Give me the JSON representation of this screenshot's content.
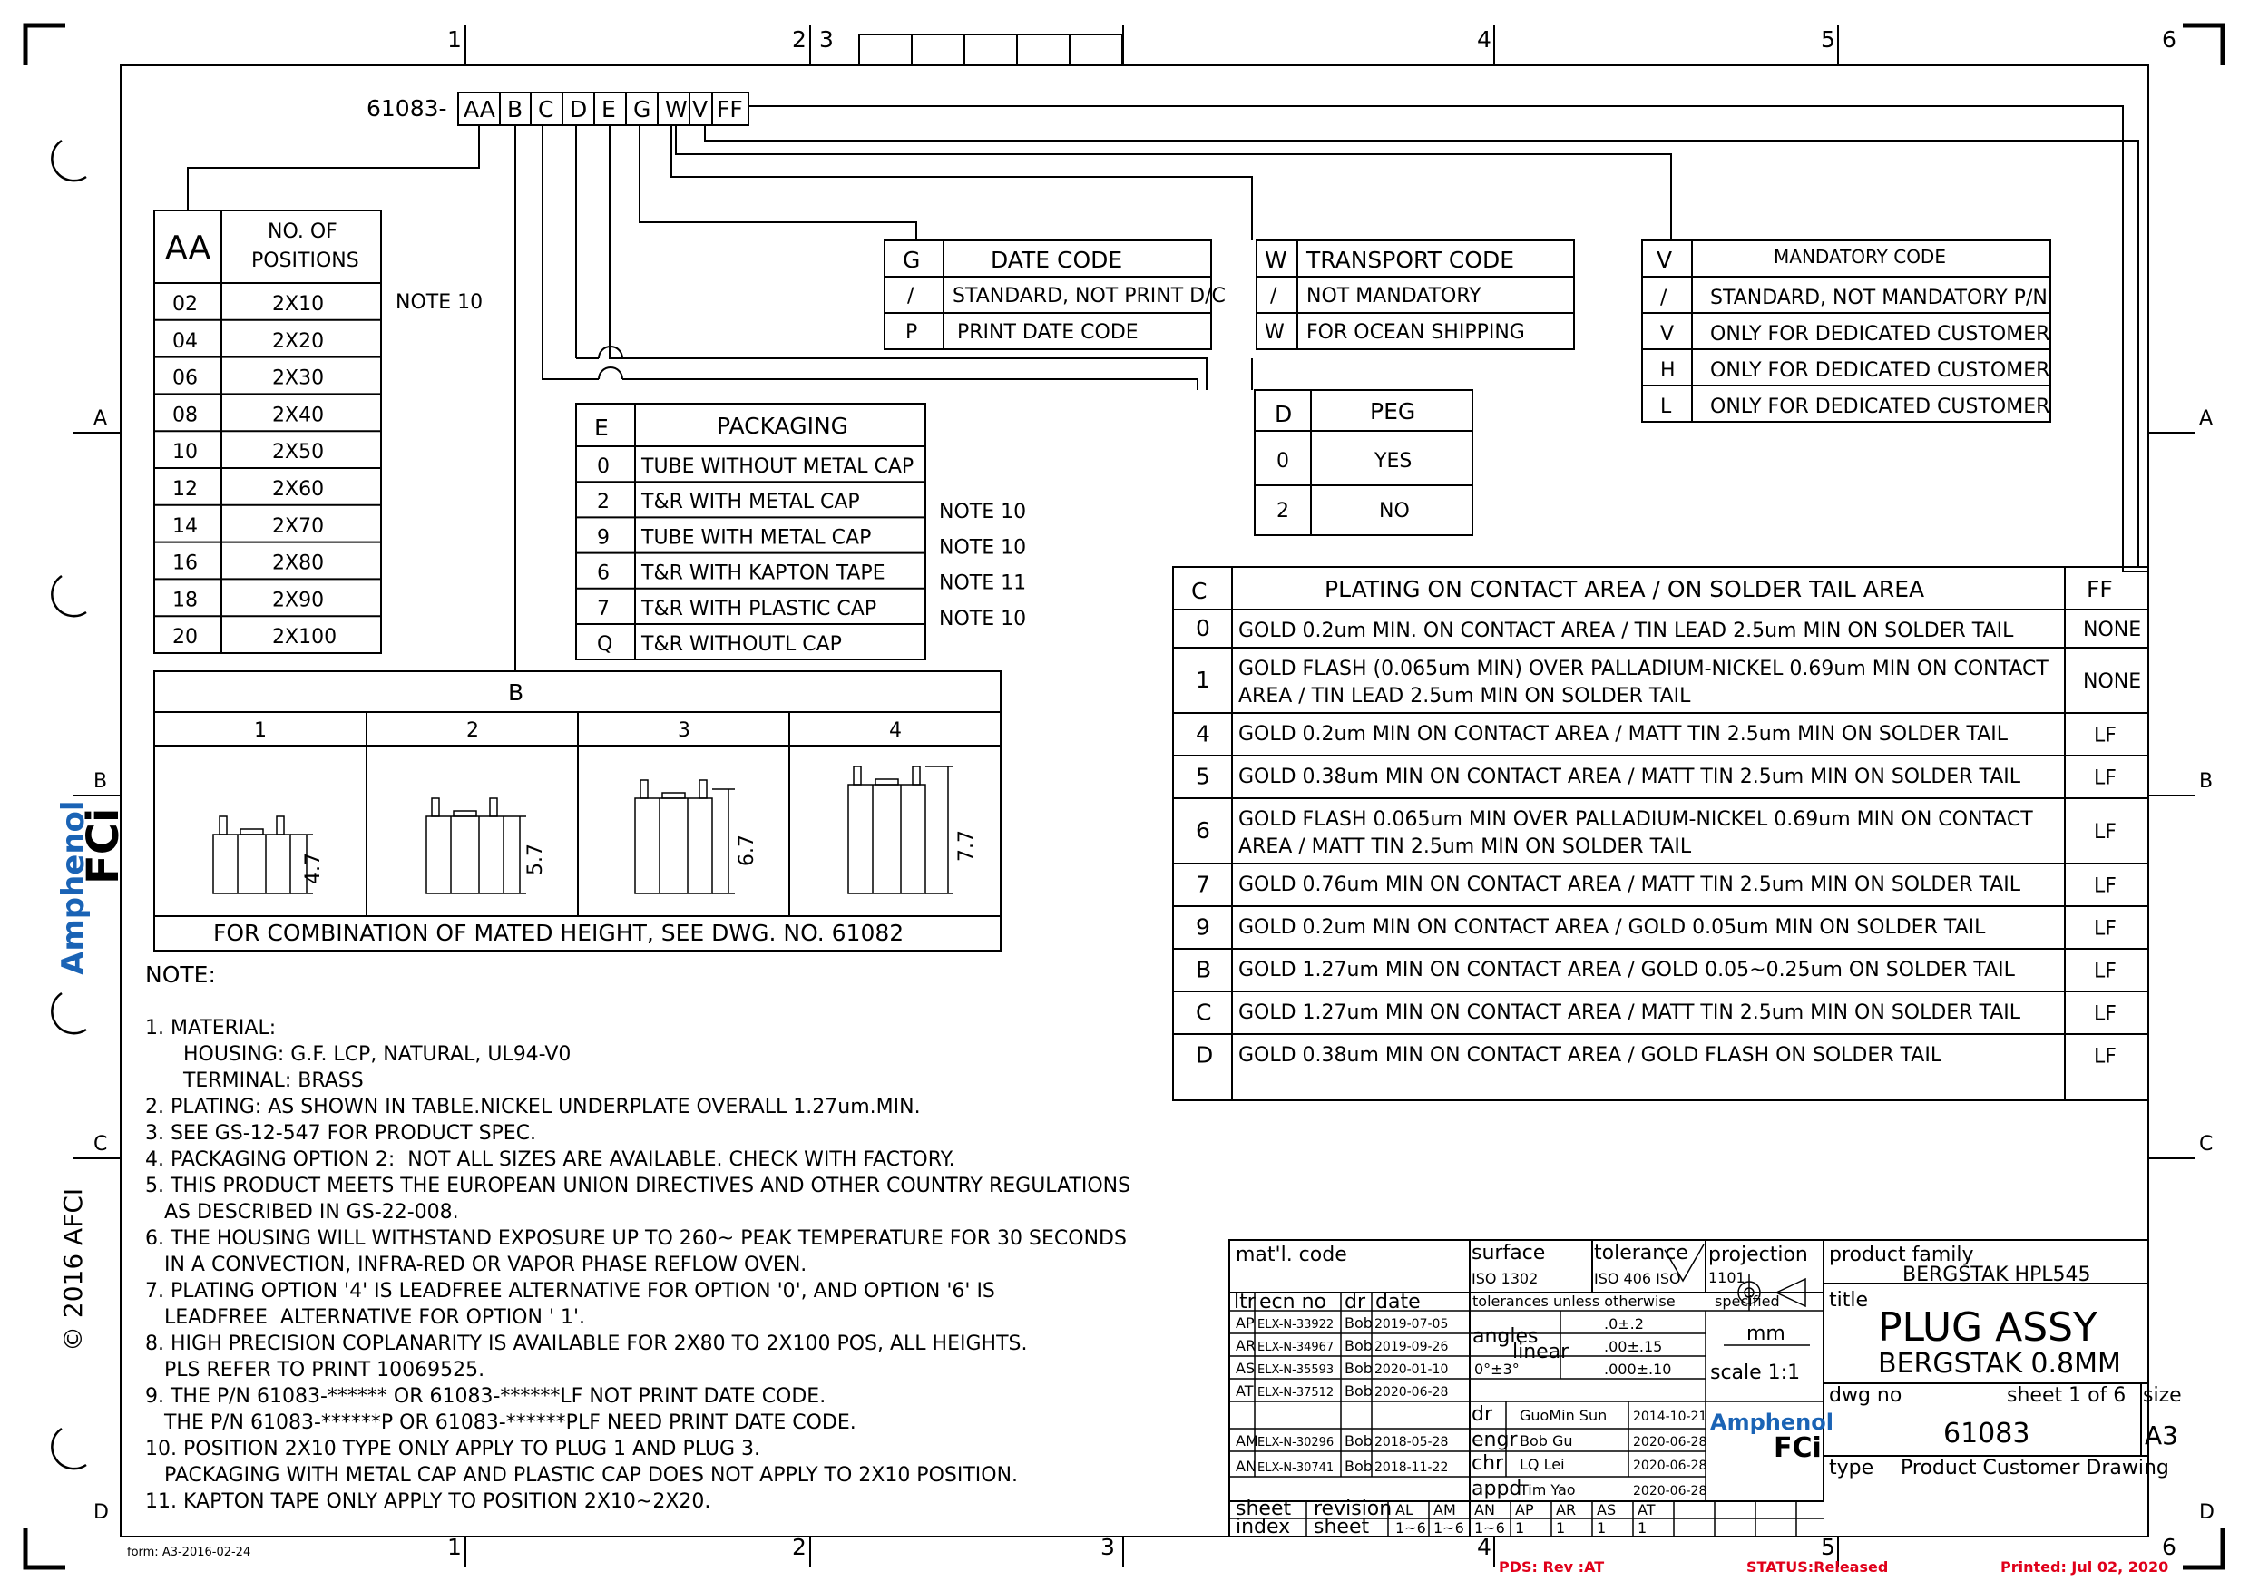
{
  "border": {
    "top_cols": [
      "1",
      "2",
      "3",
      "4",
      "5",
      "6"
    ],
    "bottom_cols": [
      "1",
      "2",
      "3",
      "4",
      "5",
      "6"
    ],
    "rows": [
      "A",
      "B",
      "C",
      "D"
    ]
  },
  "part": {
    "prefix": "61083-",
    "cells": [
      "AA",
      "B",
      "C",
      "D",
      "E",
      "G",
      "W",
      "V",
      "FF"
    ]
  },
  "tableAA": {
    "h1": "AA",
    "h2a": "NO. OF",
    "h2b": "POSITIONS",
    "rows": [
      [
        "02",
        "2X10"
      ],
      [
        "04",
        "2X20"
      ],
      [
        "06",
        "2X30"
      ],
      [
        "08",
        "2X40"
      ],
      [
        "10",
        "2X50"
      ],
      [
        "12",
        "2X60"
      ],
      [
        "14",
        "2X70"
      ],
      [
        "16",
        "2X80"
      ],
      [
        "18",
        "2X90"
      ],
      [
        "20",
        "2X100"
      ]
    ],
    "note": "NOTE 10"
  },
  "tableG": {
    "code": "G",
    "title": "DATE CODE",
    "rows": [
      [
        "/",
        "STANDARD, NOT PRINT D/C"
      ],
      [
        "P",
        "PRINT DATE CODE"
      ]
    ]
  },
  "tableW": {
    "code": "W",
    "title": "TRANSPORT CODE",
    "rows": [
      [
        "/",
        "NOT MANDATORY"
      ],
      [
        "W",
        "FOR OCEAN SHIPPING"
      ]
    ]
  },
  "tableV": {
    "code": "V",
    "title": "MANDATORY CODE",
    "rows": [
      [
        "/",
        "STANDARD, NOT MANDATORY P/N"
      ],
      [
        "V",
        "ONLY FOR DEDICATED CUSTOMER"
      ],
      [
        "H",
        "ONLY FOR DEDICATED CUSTOMER"
      ],
      [
        "L",
        "ONLY FOR DEDICATED CUSTOMER"
      ]
    ]
  },
  "tableD": {
    "code": "D",
    "title": "PEG",
    "rows": [
      [
        "0",
        "YES"
      ],
      [
        "2",
        "NO"
      ]
    ]
  },
  "tableE": {
    "code": "E",
    "title": "PACKAGING",
    "rows": [
      [
        "0",
        "TUBE WITHOUT METAL CAP",
        ""
      ],
      [
        "2",
        "T&R WITH METAL CAP",
        "NOTE 10"
      ],
      [
        "9",
        "TUBE WITH METAL CAP",
        "NOTE 10"
      ],
      [
        "6",
        "T&R WITH KAPTON TAPE",
        "NOTE 11"
      ],
      [
        "7",
        "T&R WITH PLASTIC CAP",
        "NOTE 10"
      ],
      [
        "Q",
        "T&R WITHOUTL CAP",
        ""
      ]
    ]
  },
  "tableC": {
    "code": "C",
    "title": "PLATING ON CONTACT AREA / ON SOLDER TAIL AREA",
    "ff": "FF",
    "rows": [
      [
        "0",
        "GOLD 0.2um MIN. ON CONTACT AREA / TIN LEAD 2.5um MIN ON SOLDER TAIL",
        "",
        "NONE"
      ],
      [
        "1",
        "GOLD FLASH (0.065um MIN) OVER PALLADIUM-NICKEL 0.69um MIN ON CONTACT",
        "AREA  / TIN LEAD 2.5um MIN ON SOLDER TAIL",
        "NONE"
      ],
      [
        "4",
        "GOLD 0.2um MIN ON CONTACT AREA / MATT TIN 2.5um MIN ON SOLDER TAIL",
        "",
        "LF"
      ],
      [
        "5",
        "GOLD 0.38um MIN ON CONTACT AREA / MATT TIN 2.5um MIN ON SOLDER TAIL",
        "",
        "LF"
      ],
      [
        "6",
        "GOLD FLASH 0.065um MIN OVER PALLADIUM-NICKEL 0.69um MIN ON CONTACT",
        "AREA  /  MATT TIN 2.5um MIN  ON SOLDER TAIL",
        "LF"
      ],
      [
        "7",
        "GOLD 0.76um MIN ON CONTACT AREA / MATT TIN 2.5um MIN ON SOLDER TAIL",
        "",
        "LF"
      ],
      [
        "9",
        "GOLD 0.2um MIN ON CONTACT AREA  / GOLD 0.05um MIN ON SOLDER TAIL",
        "",
        "LF"
      ],
      [
        "B",
        "GOLD 1.27um MIN ON CONTACT AREA / GOLD 0.05~0.25um ON SOLDER TAIL",
        "",
        "LF"
      ],
      [
        "C",
        "GOLD 1.27um MIN ON CONTACT AREA / MATT TIN 2.5um MIN ON SOLDER TAIL",
        "",
        "LF"
      ],
      [
        "D",
        "GOLD 0.38um MIN ON CONTACT AREA / GOLD FLASH ON SOLDER TAIL",
        "",
        "LF"
      ]
    ]
  },
  "tableB": {
    "code": "B",
    "cols": [
      "1",
      "2",
      "3",
      "4"
    ],
    "dims": [
      "4.7",
      "5.7",
      "6.7",
      "7.7"
    ],
    "footer": "FOR COMBINATION OF MATED HEIGHT,  SEE DWG. NO. 61082"
  },
  "notes": {
    "title": "NOTE:",
    "lines": [
      "1. MATERIAL:",
      "      HOUSING: G.F. LCP, NATURAL, UL94-V0",
      "      TERMINAL: BRASS",
      "2. PLATING: AS SHOWN IN TABLE.NICKEL UNDERPLATE OVERALL 1.27um.MIN.",
      "3. SEE GS-12-547 FOR PRODUCT SPEC.",
      "4. PACKAGING OPTION 2:  NOT ALL SIZES ARE AVAILABLE. CHECK WITH FACTORY.",
      "5. THIS PRODUCT MEETS THE EUROPEAN UNION DIRECTIVES AND OTHER COUNTRY REGULATIONS",
      "   AS DESCRIBED IN GS-22-008.",
      "6. THE HOUSING WILL WITHSTAND EXPOSURE UP TO 260~ PEAK TEMPERATURE FOR 30 SECONDS",
      "   IN A CONVECTION, INFRA-RED OR VAPOR PHASE REFLOW OVEN.",
      "7. PLATING OPTION '4' IS LEADFREE ALTERNATIVE FOR OPTION '0', AND OPTION '6' IS",
      "   LEADFREE  ALTERNATIVE FOR OPTION ' 1'.",
      "8. HIGH PRECISION COPLANARITY IS AVAILABLE FOR 2X80 TO 2X100 POS, ALL HEIGHTS.",
      "   PLS REFER TO PRINT 10069525.",
      "9. THE P/N 61083-****** OR 61083-******LF NOT PRINT DATE CODE.",
      "   THE P/N 61083-******P OR 61083-******PLF NEED PRINT DATE CODE.",
      "10. POSITION 2X10 TYPE ONLY APPLY TO PLUG 1 AND PLUG 3.",
      "   PACKAGING WITH METAL CAP AND PLASTIC CAP DOES NOT APPLY TO 2X10 POSITION.",
      "11. KAPTON TAPE ONLY APPLY TO POSITION 2X10~2X20."
    ]
  },
  "side": {
    "copyright": "© 2016 AFCI",
    "brand1": "Amphenol",
    "brand2": "FCi"
  },
  "title_block": {
    "matl": "mat'l. code",
    "surface": "surface",
    "surface_iso": "ISO 1302",
    "tolerance": "tolerance",
    "tolerance_iso": "ISO 406  ISO",
    "projection": "projection",
    "projection_num": "1101",
    "specified": "specified",
    "product_family_label": "product family",
    "product_family": "BERGSTAK HPL545",
    "title_label": "title",
    "title1": "PLUG ASSY",
    "title2": "BERGSTAK 0.8MM",
    "rev_headers": [
      "ltr",
      "ecn no",
      "dr",
      "date"
    ],
    "revs": [
      [
        "AP",
        "ELX-N-33922",
        "Bob",
        "2019-07-05"
      ],
      [
        "AR",
        "ELX-N-34967",
        "Bob",
        "2019-09-26"
      ],
      [
        "AS",
        "ELX-N-35593",
        "Bob",
        "2020-01-10"
      ],
      [
        "AT",
        "ELX-N-37512",
        "Bob",
        "2020-06-28"
      ],
      [
        "",
        "",
        "",
        ""
      ],
      [
        "AM",
        "ELX-N-30296",
        "Bob",
        "2018-05-28"
      ],
      [
        "AN",
        "ELX-N-30741",
        "Bob",
        "2018-11-22"
      ]
    ],
    "tol_header": "tolerances unless otherwise",
    "angles": "angles",
    "linear": "linear",
    "tol_vals": [
      ".0±.2",
      ".00±.15",
      ".000±.10"
    ],
    "angle_val": "0°±3°",
    "unit": "mm",
    "scale": "scale 1:1",
    "people": [
      [
        "dr",
        "GuoMin Sun",
        "2014-10-21"
      ],
      [
        "engr",
        "Bob Gu",
        "2020-06-28"
      ],
      [
        "chr",
        "LQ Lei",
        "2020-06-28"
      ],
      [
        "appd",
        "Tim Yao",
        "2020-06-28"
      ]
    ],
    "dwg_label": "dwg no",
    "dwg_no": "61083",
    "sheet_text": "sheet 1  of 6",
    "size_label": "size",
    "size": "A3",
    "type_label": "type",
    "type": "Product Customer Drawing",
    "sheet_row": [
      "sheet",
      "revision",
      "AL",
      "AM",
      "AN",
      "AP",
      "AR",
      "AS",
      "AT"
    ],
    "index_row": [
      "index",
      "sheet",
      "1~6",
      "1~6",
      "1~6",
      "1",
      "1",
      "1",
      "1"
    ]
  },
  "footer": {
    "form": "form: A3-2016-02-24",
    "pds": "PDS: Rev :AT",
    "status": "STATUS:Released",
    "printed": "Printed:  Jul 02, 2020"
  }
}
